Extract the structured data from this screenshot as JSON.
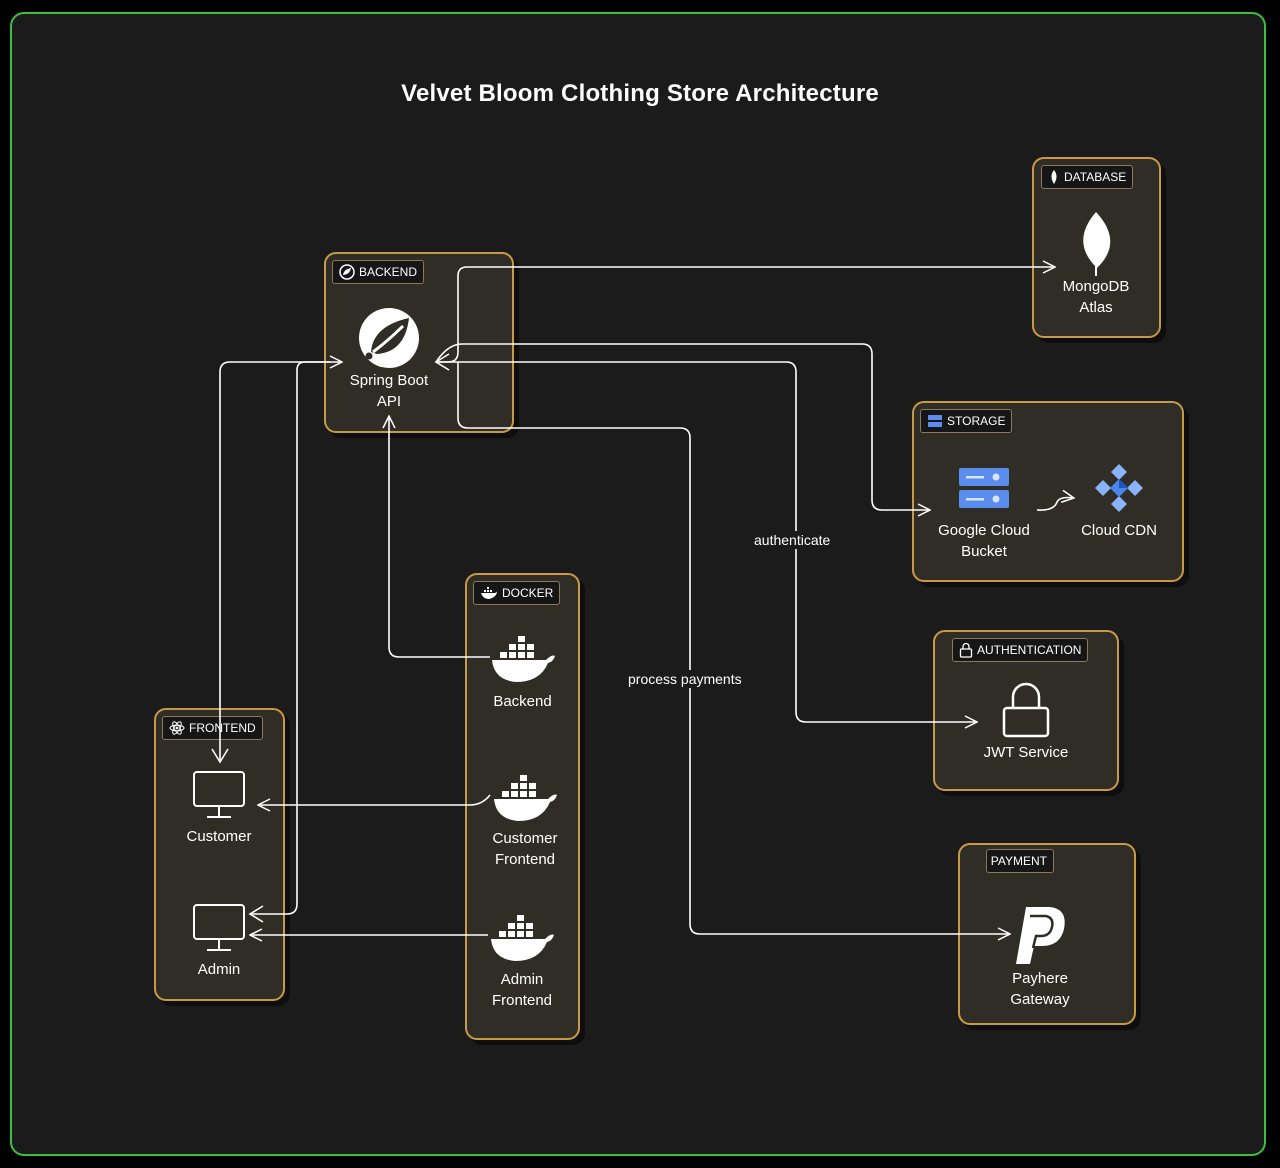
{
  "title": "Velvet Bloom Clothing Store Architecture",
  "groups": {
    "backend": "BACKEND",
    "database": "DATABASE",
    "storage": "STORAGE",
    "authentication": "AUTHENTICATION",
    "payment": "PAYMENT",
    "docker": "DOCKER",
    "frontend": "FRONTEND"
  },
  "nodes": {
    "spring_boot_api": "Spring Boot\nAPI",
    "mongodb_atlas": "MongoDB\nAtlas",
    "google_cloud_bucket": "Google Cloud\nBucket",
    "cloud_cdn": "Cloud CDN",
    "jwt_service": "JWT Service",
    "payhere_gateway": "Payhere\nGateway",
    "docker_backend": "Backend",
    "docker_customer_frontend": "Customer\nFrontend",
    "docker_admin_frontend": "Admin\nFrontend",
    "customer": "Customer",
    "admin": "Admin"
  },
  "edge_labels": {
    "authenticate": "authenticate",
    "process_payments": "process payments"
  },
  "colors": {
    "frame_border": "#3fbf3f",
    "card_border": "#c99a45",
    "card_fill": "#302d26",
    "background": "#1b1b1b",
    "bucket_blue": "#5b8def",
    "cdn_blue": "#4a86e8"
  },
  "icons": {
    "backend": "spring-leaf-icon",
    "database": "mongodb-leaf-icon",
    "storage": "bucket-icon",
    "cdn": "cdn-icon",
    "authentication": "lock-icon",
    "payment": "paypal-icon",
    "docker": "docker-whale-icon",
    "frontend": "react-icon",
    "client": "monitor-icon"
  }
}
